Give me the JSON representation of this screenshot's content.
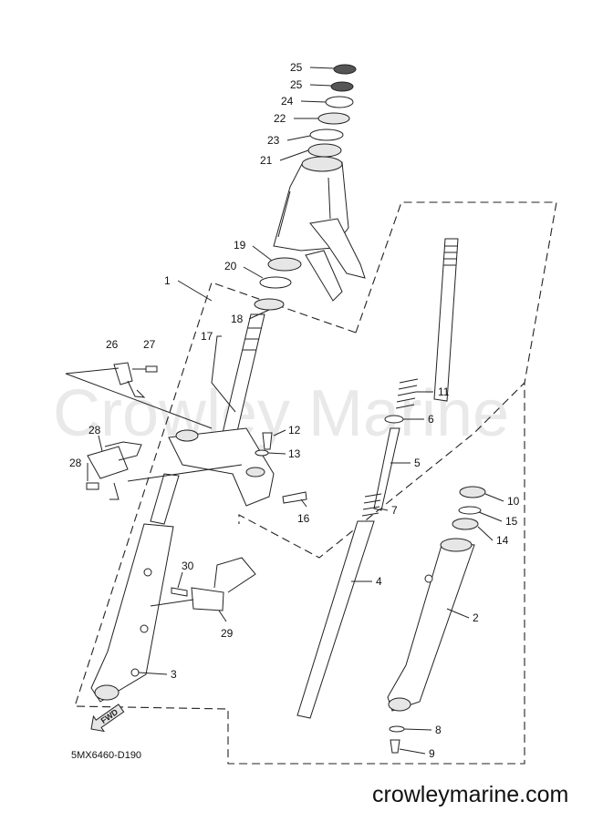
{
  "watermark": "Crowley Marine",
  "diagram_code": "5MX6460-D190",
  "website": "crowleymarine.com",
  "fwd_label": "FWD",
  "callouts": [
    {
      "num": "1"
    },
    {
      "num": "2"
    },
    {
      "num": "3"
    },
    {
      "num": "4"
    },
    {
      "num": "5"
    },
    {
      "num": "6"
    },
    {
      "num": "7"
    },
    {
      "num": "8"
    },
    {
      "num": "9"
    },
    {
      "num": "10"
    },
    {
      "num": "11"
    },
    {
      "num": "12"
    },
    {
      "num": "13"
    },
    {
      "num": "14"
    },
    {
      "num": "15"
    },
    {
      "num": "16"
    },
    {
      "num": "17"
    },
    {
      "num": "18"
    },
    {
      "num": "19"
    },
    {
      "num": "20"
    },
    {
      "num": "21"
    },
    {
      "num": "22"
    },
    {
      "num": "23"
    },
    {
      "num": "24"
    },
    {
      "num": "25"
    },
    {
      "num": "25"
    },
    {
      "num": "26"
    },
    {
      "num": "27"
    },
    {
      "num": "28"
    },
    {
      "num": "28"
    },
    {
      "num": "29"
    },
    {
      "num": "30"
    }
  ]
}
